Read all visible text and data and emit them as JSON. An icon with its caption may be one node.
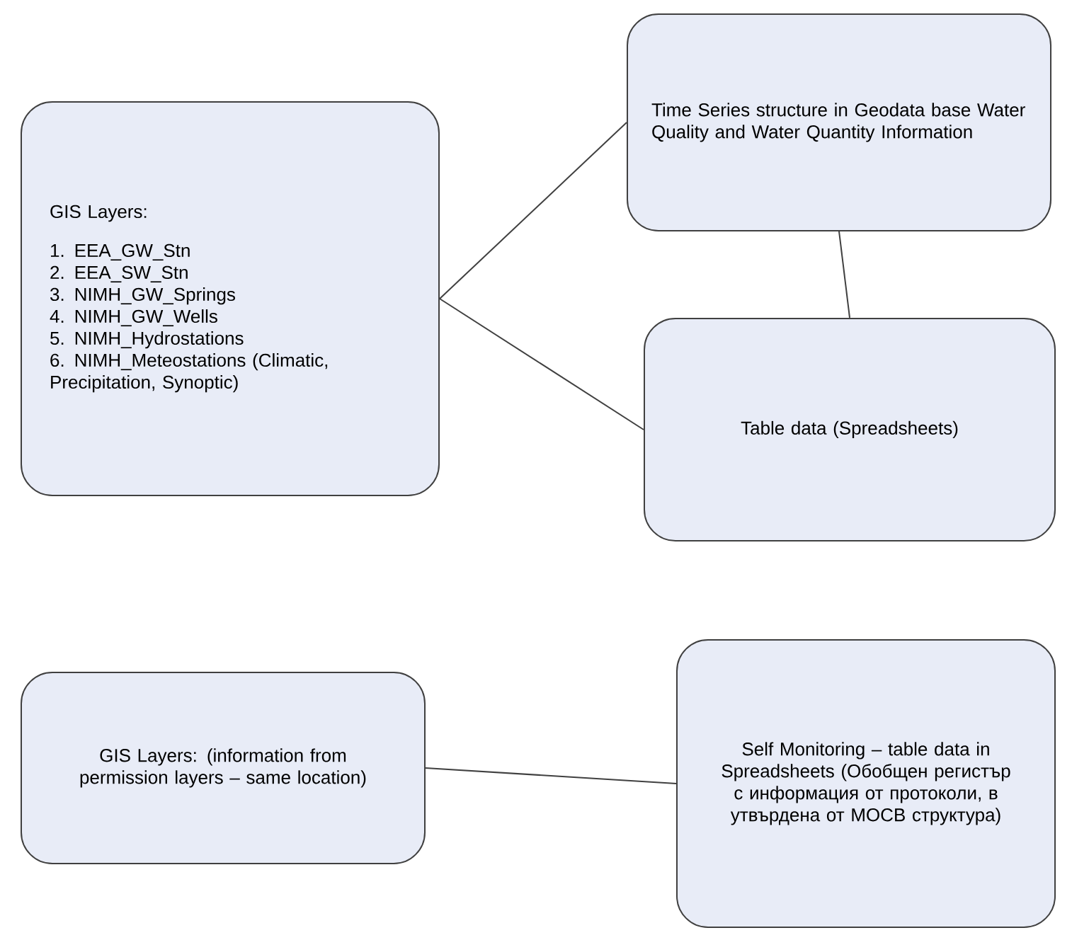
{
  "diagram": {
    "nodes": [
      {
        "text": [
          "GIS Layers:",
          "1. EEA_GW_Stn",
          "2. EEA_SW_Stn",
          "3. NIMH_GW_Springs",
          "4. NIMH_GW_Wells",
          "5. NIMH_Hydrostations",
          "6. NIMH_Meteostations (Climatic, Precipitation, Synoptic)"
        ]
      },
      {
        "text": [
          "Time Series structure in Geodata base Water Quality and Water Quantity Information"
        ]
      },
      {
        "text": [
          "Table data (Spreadsheets)"
        ]
      },
      {
        "text": [
          "GIS Layers: (information from permission layers – same location)"
        ]
      },
      {
        "text": [
          "Self Monitoring – table data in Spreadsheets (Обобщен регистър с информация от протоколи, в утвърдена от МОСВ структура)"
        ]
      }
    ],
    "edges": [
      {
        "from": 0,
        "to": 1,
        "arrow": "none"
      },
      {
        "from": 0,
        "to": 2,
        "arrow": "none"
      },
      {
        "from": 1,
        "to": 2,
        "arrow": "none"
      },
      {
        "from": 3,
        "to": 4,
        "arrow": "none"
      }
    ]
  }
}
